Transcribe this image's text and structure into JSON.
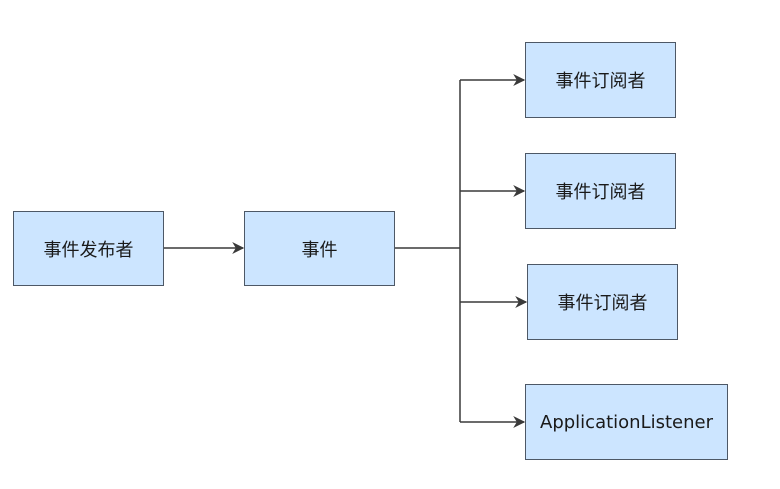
{
  "diagram": {
    "type": "flowchart",
    "nodes": {
      "publisher": "事件发布者",
      "event": "事件",
      "subscriber_1": "事件订阅者",
      "subscriber_2": "事件订阅者",
      "subscriber_3": "事件订阅者",
      "listener": "ApplicationListener"
    },
    "edges": [
      {
        "from": "publisher",
        "to": "event"
      },
      {
        "from": "event",
        "to": "subscriber_1"
      },
      {
        "from": "event",
        "to": "subscriber_2"
      },
      {
        "from": "event",
        "to": "subscriber_3"
      },
      {
        "from": "event",
        "to": "listener"
      }
    ],
    "colors": {
      "node_fill": "#cce5ff",
      "node_border": "#4d5866",
      "edge": "#3a3a3a"
    }
  }
}
